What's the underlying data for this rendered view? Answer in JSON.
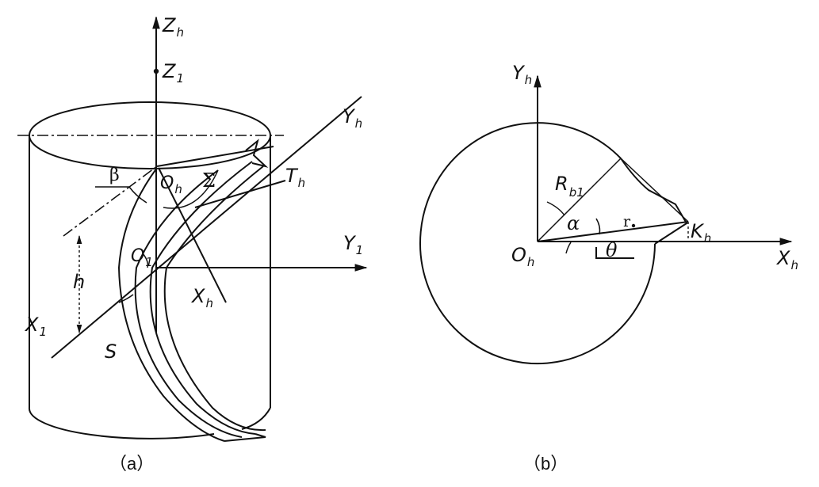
{
  "panel_a": {
    "caption": "（a）",
    "labels": {
      "z_h": "Z",
      "z_h_sub": "h",
      "z_1": "Z",
      "z_1_sub": "1",
      "y_h": "Y",
      "y_h_sub": "h",
      "beta": "β",
      "o_h": "O",
      "o_h_sub": "h",
      "sigma": "Σ",
      "t_h": "T",
      "t_h_sub": "h",
      "y_1": "Y",
      "y_1_sub": "1",
      "o_1": "O",
      "o_1_sub": "1",
      "h": "h",
      "x_h": "X",
      "x_h_sub": "h",
      "x_1": "X",
      "x_1_sub": "1",
      "s": "S"
    }
  },
  "panel_b": {
    "caption": "（b）",
    "labels": {
      "y_h": "Y",
      "y_h_sub": "h",
      "r_b1": "R",
      "r_b1_sub": "b1",
      "alpha": "α",
      "r_k": "r",
      "k_h": "K",
      "k_h_sub": "h",
      "o_h": "O",
      "o_h_sub": "h",
      "theta": "θ",
      "x_h": "X",
      "x_h_sub": "h"
    }
  }
}
